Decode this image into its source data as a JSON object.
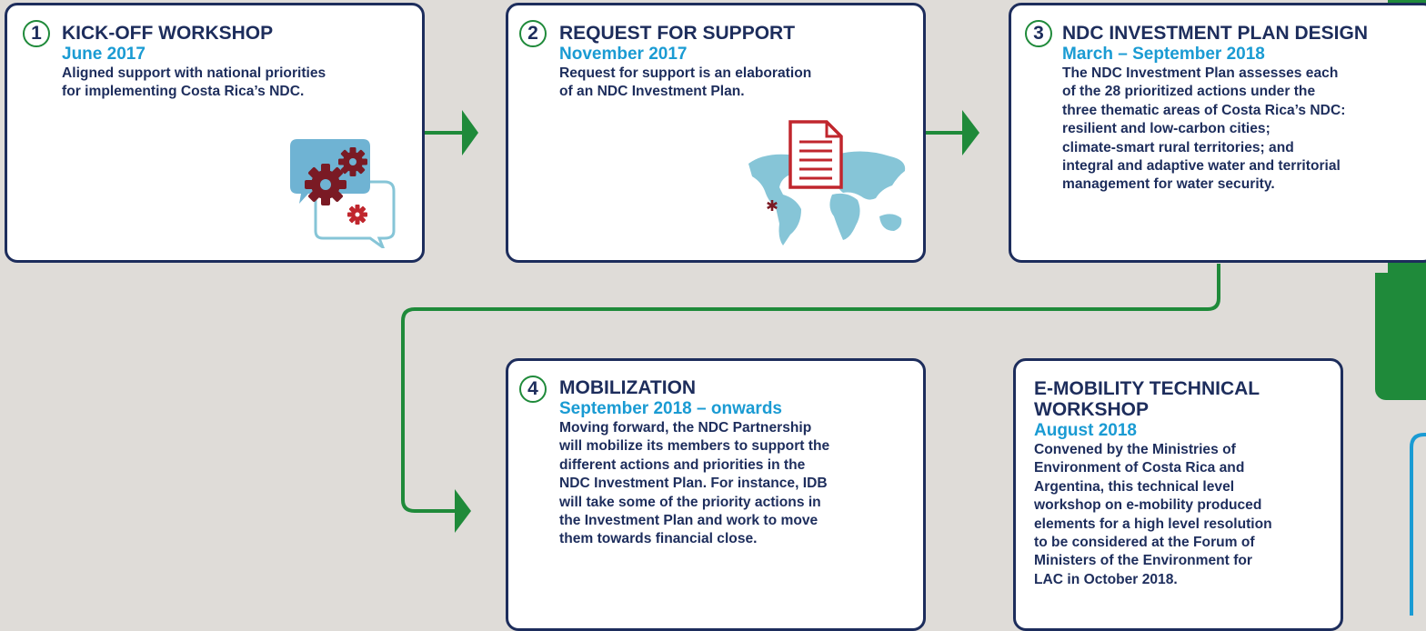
{
  "colors": {
    "navy": "#1d2d5c",
    "accent_blue": "#1a9bd3",
    "green": "#1f8a3a",
    "dark_red": "#7a1a24",
    "red": "#c0262d",
    "light_blue": "#86c5d7"
  },
  "steps": [
    {
      "number": "1",
      "title": "KICK-OFF WORKSHOP",
      "date": "June 2017",
      "body": [
        "Aligned support with national priorities",
        "for implementing Costa Rica’s NDC."
      ],
      "icon": "gears-speech-bubbles-icon"
    },
    {
      "number": "2",
      "title": "REQUEST FOR SUPPORT",
      "date": "November 2017",
      "body": [
        "Request for support is an elaboration",
        "of an NDC Investment Plan."
      ],
      "icon": "world-map-document-icon"
    },
    {
      "number": "3",
      "title": "NDC INVESTMENT PLAN DESIGN",
      "date": "March – September 2018",
      "body": [
        "The NDC Investment Plan assesses each",
        "of the 28 prioritized actions under the",
        "three thematic areas of Costa Rica’s NDC:",
        "resilient and low-carbon cities;",
        "climate-smart rural territories; and",
        "integral and adaptive water and territorial",
        "management for water security."
      ]
    },
    {
      "number": "4",
      "title": "MOBILIZATION",
      "date": "September 2018 – onwards",
      "body": [
        "Moving forward, the NDC Partnership",
        "will mobilize its members to support the",
        "different actions and priorities in the",
        "NDC Investment Plan. For instance, IDB",
        "will take some of the priority actions in",
        "the Investment Plan and work to move",
        "them towards financial close."
      ]
    }
  ],
  "side_event": {
    "title": [
      "E-MOBILITY TECHNICAL",
      "WORKSHOP"
    ],
    "date": "August 2018",
    "body": [
      "Convened by the Ministries of",
      "Environment of Costa Rica and",
      "Argentina, this technical level",
      "workshop on e-mobility produced",
      "elements for a high level resolution",
      "to be considered at the Forum of",
      "Ministers of the Environment for",
      "LAC in October 2018."
    ]
  }
}
